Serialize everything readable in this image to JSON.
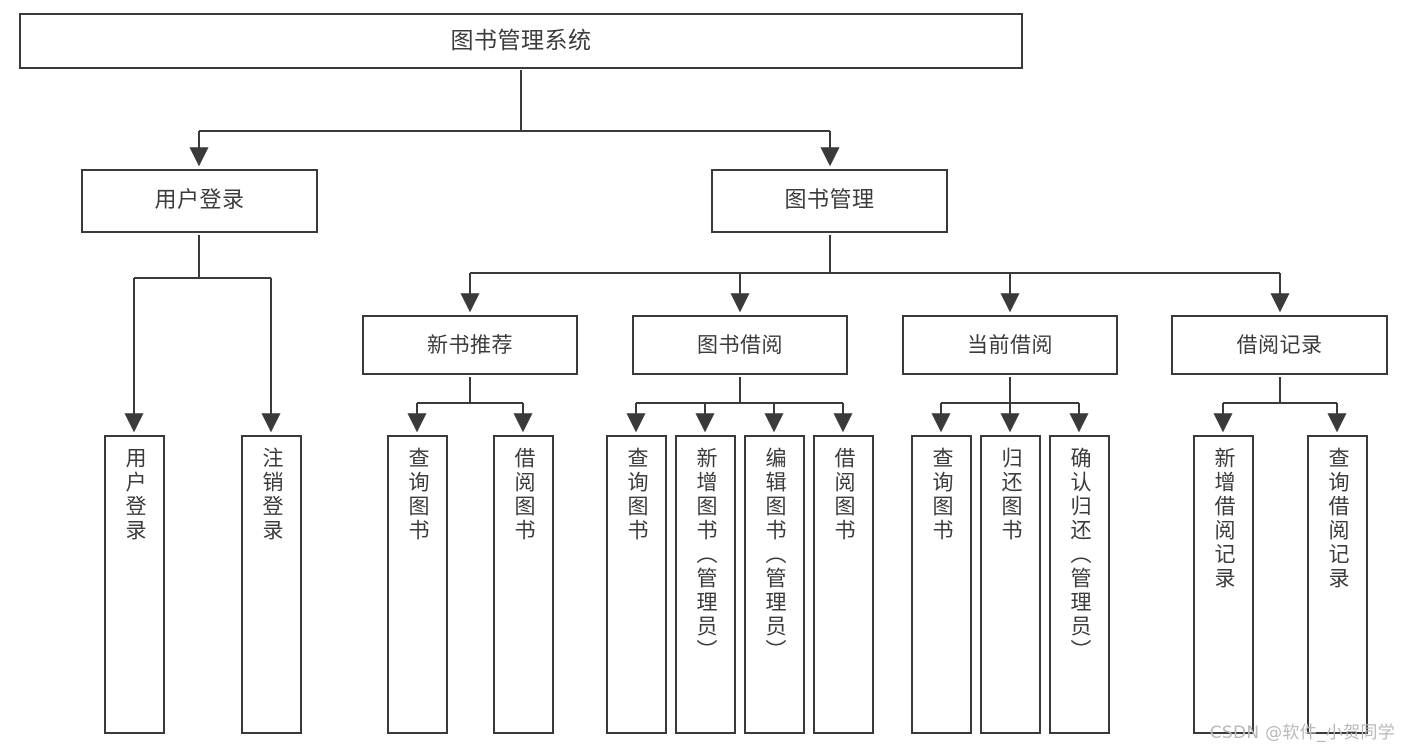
{
  "diagram": {
    "title": "图书管理系统",
    "type": "hierarchy-tree",
    "watermark": "CSDN @软件_小贺同学",
    "colors": {
      "box_border": "#3a3a3a",
      "box_fill": "#ffffff",
      "connector": "#3a3a3a",
      "text": "#3c3c3c",
      "watermark": "#b9b9b9",
      "background": "#ffffff"
    },
    "root": {
      "label": "图书管理系统"
    },
    "level1": [
      {
        "label": "用户登录"
      },
      {
        "label": "图书管理"
      }
    ],
    "level2": [
      {
        "label": "新书推荐"
      },
      {
        "label": "图书借阅"
      },
      {
        "label": "当前借阅"
      },
      {
        "label": "借阅记录"
      }
    ],
    "leaves": {
      "user_login": [
        {
          "label": "用户登录"
        },
        {
          "label": "注销登录"
        }
      ],
      "new_book_recommend": [
        {
          "label": "查询图书"
        },
        {
          "label": "借阅图书"
        }
      ],
      "book_borrow": [
        {
          "label": "查询图书"
        },
        {
          "label": "新增图书（管理员）"
        },
        {
          "label": "编辑图书（管理员）"
        },
        {
          "label": "借阅图书"
        }
      ],
      "current_borrow": [
        {
          "label": "查询图书"
        },
        {
          "label": "归还图书"
        },
        {
          "label": "确认归还（管理员）"
        }
      ],
      "borrow_record": [
        {
          "label": "新增借阅记录"
        },
        {
          "label": "查询借阅记录"
        }
      ]
    }
  }
}
